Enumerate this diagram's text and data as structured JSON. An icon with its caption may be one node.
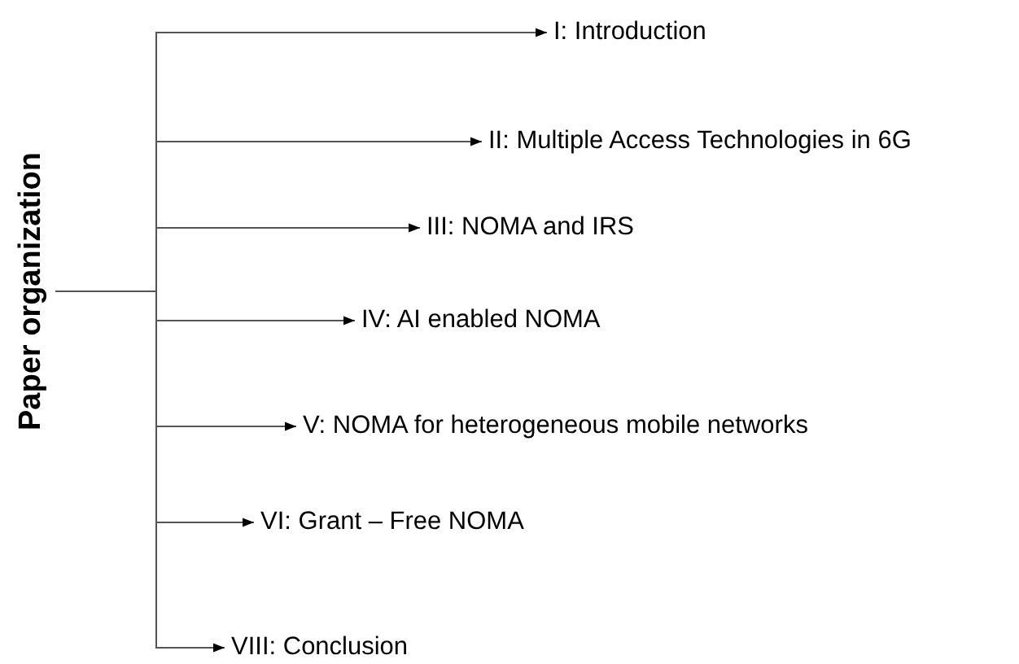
{
  "diagram": {
    "nodes": [
      {
        "text": [
          "Paper organization"
        ]
      },
      {
        "text": [
          "I: Introduction"
        ]
      },
      {
        "text": [
          "II: Multiple Access Technologies in 6G"
        ]
      },
      {
        "text": [
          "III: NOMA and IRS"
        ]
      },
      {
        "text": [
          "IV: AI enabled NOMA"
        ]
      },
      {
        "text": [
          "V: NOMA for heterogeneous mobile networks"
        ]
      },
      {
        "text": [
          "VI: Grant – Free NOMA"
        ]
      },
      {
        "text": [
          "VIII: Conclusion"
        ]
      }
    ],
    "edges": [
      {
        "from": 0,
        "to": 1,
        "arrow": "to"
      },
      {
        "from": 0,
        "to": 2,
        "arrow": "to"
      },
      {
        "from": 0,
        "to": 3,
        "arrow": "to"
      },
      {
        "from": 0,
        "to": 4,
        "arrow": "to"
      },
      {
        "from": 0,
        "to": 5,
        "arrow": "to"
      },
      {
        "from": 0,
        "to": 6,
        "arrow": "to"
      },
      {
        "from": 0,
        "to": 7,
        "arrow": "to"
      }
    ]
  }
}
